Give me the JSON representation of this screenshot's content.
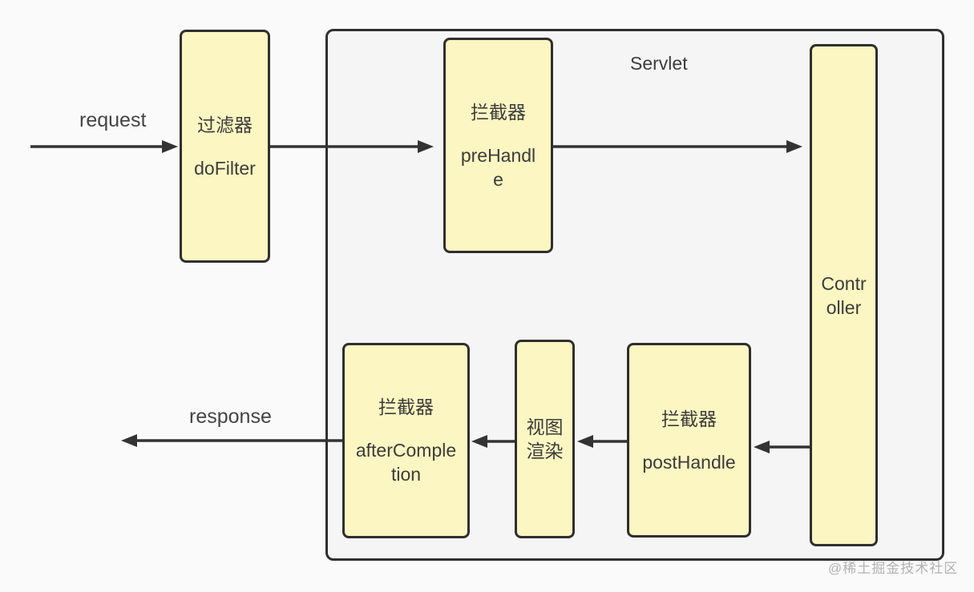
{
  "colors": {
    "background": "#FAFAFA",
    "container_fill": "#F5F5F5",
    "node_fill": "#FBF6C2",
    "node_border": "#2F2F2F",
    "arrow": "#333333",
    "text": "#3C3C3C",
    "watermark": "#A6A6A8"
  },
  "labels": {
    "request": "request",
    "response": "response",
    "servlet": "Servlet",
    "watermark": "@稀土掘金技术社区"
  },
  "nodes": {
    "filter": {
      "title": "过滤器",
      "method": "doFilter"
    },
    "pre_interceptor": {
      "title": "拦截器",
      "method": "preHandle"
    },
    "controller": {
      "title": "Controller"
    },
    "post_interceptor": {
      "title": "拦截器",
      "method": "postHandle"
    },
    "view_render": {
      "title": "视图渲染"
    },
    "after_interceptor": {
      "title": "拦截器",
      "method": "afterCompletion"
    }
  },
  "flow": [
    "request → 过滤器 doFilter",
    "doFilter → 拦截器 preHandle",
    "preHandle → Controller",
    "Controller → 拦截器 postHandle",
    "postHandle → 视图渲染",
    "视图渲染 → 拦截器 afterCompletion",
    "afterCompletion → response"
  ]
}
